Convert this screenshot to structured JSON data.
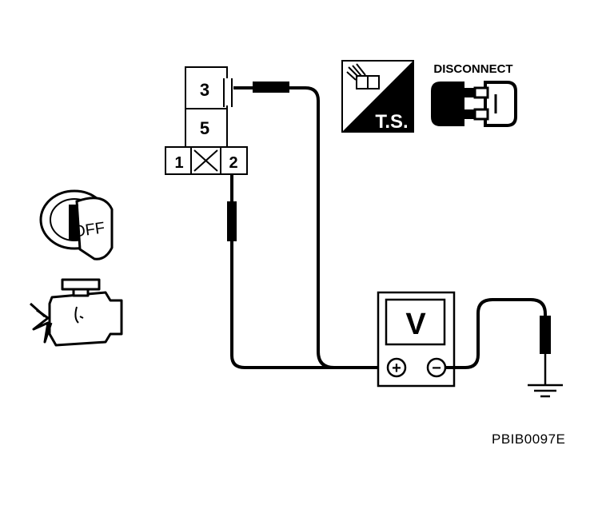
{
  "connector": {
    "pins": [
      "3",
      "5",
      "1",
      "2"
    ]
  },
  "ts_badge": {
    "text": "T.S.",
    "icon": "connector-plug-icon"
  },
  "disconnect": {
    "label": "DISCONNECT",
    "icon": "disconnect-connector-icon"
  },
  "ignition": {
    "label": "OFF",
    "icon": "ignition-key-icon"
  },
  "engine": {
    "icon": "engine-icon"
  },
  "voltmeter": {
    "label": "V",
    "pos_symbol": "+",
    "neg_symbol": "−"
  },
  "ground": {
    "icon": "ground-symbol-icon"
  },
  "figure_code": "PBIB0097E",
  "colors": {
    "ink": "#000000",
    "paper": "#ffffff"
  }
}
